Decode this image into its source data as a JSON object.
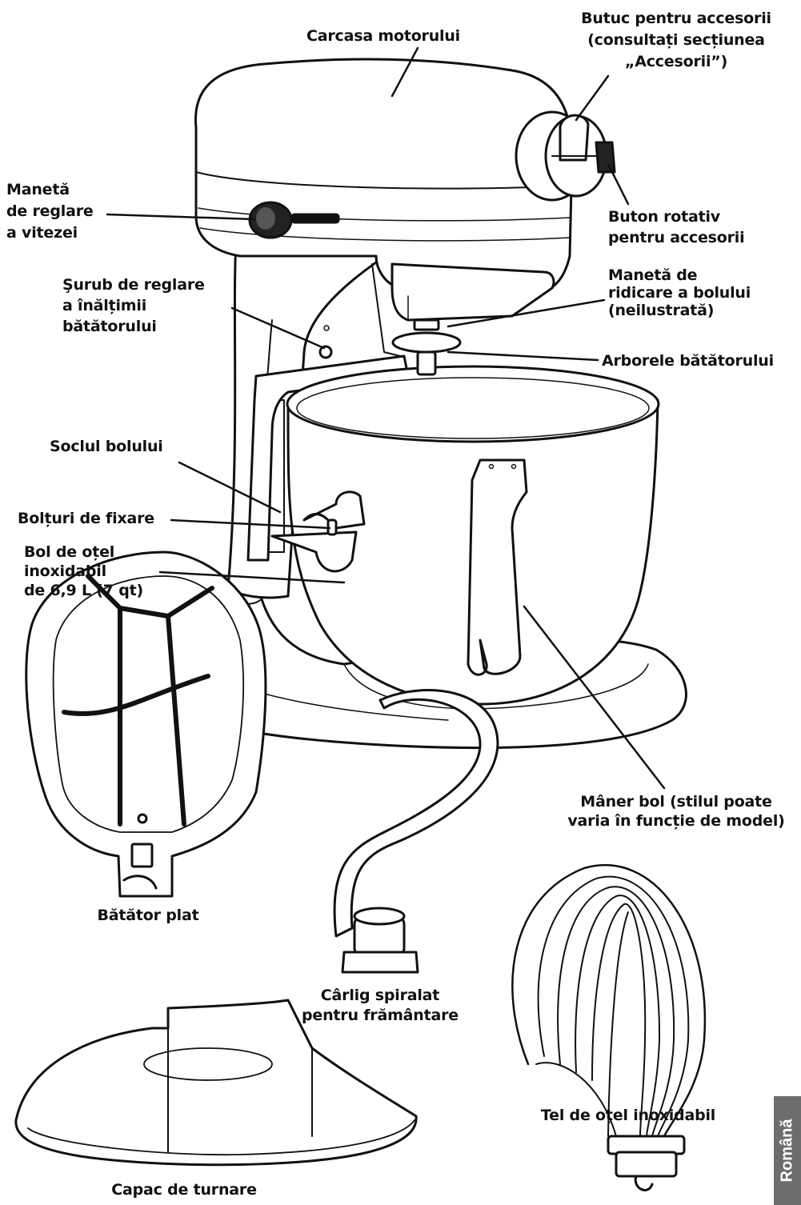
{
  "labels": {
    "motor_housing": "Carcasa motorului",
    "attachment_hub": "Butuc pentru accesorii\n(consultați secțiunea\n„Accesorii”)",
    "speed_control": "Manetă\nde reglare\na vitezei",
    "attachment_knob": "Buton rotativ\npentru accesorii",
    "beater_height_screw": "Şurub de reglare\na înălțimii\nbătătorului",
    "bowl_lift_lever": "Manetă de\nridicare a bolului\n(neilustrată)",
    "beater_shaft": "Arborele bătătorului",
    "bowl_support": "Soclul bolului",
    "locating_pins": "Bolțuri de fixare",
    "steel_bowl": "Bol de oțel\ninoxidabil\nde 6,9 L (7 qt)",
    "bowl_handle": "Mâner bol (stilul poate\nvaria în funcție de model)",
    "flat_beater": "Bătător plat",
    "spiral_dough_hook": "Cârlig spiralat\npentru frământare",
    "wire_whip": "Tel de oțel inoxidabil",
    "pouring_shield": "Capac de turnare"
  },
  "language_tab": "Română"
}
